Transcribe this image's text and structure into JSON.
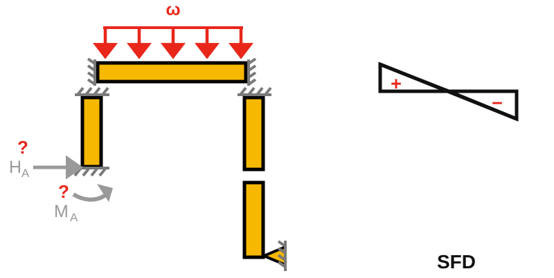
{
  "figure": {
    "title_visible": false,
    "background_color": "#ffffff",
    "colors": {
      "member_fill": "#F7B801",
      "member_outline": "#000000",
      "load_red": "#E8271A",
      "reaction_gray": "#999999",
      "hatch_gray": "#7a7a7a",
      "sfd_line": "#111111",
      "label_black": "#111111"
    }
  },
  "frame": {
    "distributed_load": {
      "symbol": "ω",
      "symbol_color": "#E8271A",
      "arrow_count": 5,
      "direction": "down",
      "span_label": "uniformly distributed load on top beam"
    },
    "members": [
      {
        "name": "top-beam",
        "orientation": "horizontal"
      },
      {
        "name": "left-column",
        "orientation": "vertical"
      },
      {
        "name": "right-upper-column",
        "orientation": "vertical"
      },
      {
        "name": "right-lower-column",
        "orientation": "vertical"
      }
    ],
    "supports": [
      {
        "name": "beam-left-fixed-wall",
        "type": "fixed-vertical-hatch"
      },
      {
        "name": "beam-right-fixed-wall",
        "type": "fixed-vertical-hatch"
      },
      {
        "name": "left-column-top-fixed",
        "type": "fixed-horizontal-hatch"
      },
      {
        "name": "left-column-base-fixed",
        "type": "fixed-horizontal-hatch"
      },
      {
        "name": "right-column-top-fixed",
        "type": "fixed-horizontal-hatch"
      },
      {
        "name": "right-lower-column-pin",
        "type": "pin-triangle-on-wall"
      }
    ],
    "reactions": [
      {
        "id": "HA",
        "label": "H",
        "subscript": "A",
        "unknown_marker": "?",
        "marker_color": "#E8271A",
        "label_color": "#999999",
        "kind": "horizontal-force-arrow",
        "direction": "right"
      },
      {
        "id": "MA",
        "label": "M",
        "subscript": "A",
        "unknown_marker": "?",
        "marker_color": "#E8271A",
        "label_color": "#999999",
        "kind": "moment-curved-arrow",
        "direction": "counterclockwise"
      }
    ]
  },
  "sfd": {
    "caption": "SFD",
    "positive_sign": "+",
    "negative_sign": "−",
    "sign_color": "#E8271A"
  },
  "chart_data": {
    "type": "line",
    "title": "SFD",
    "xlabel": "",
    "ylabel": "",
    "x": [
      0,
      1
    ],
    "series": [
      {
        "name": "Shear force",
        "values": [
          1,
          -1
        ]
      }
    ],
    "annotations": [
      {
        "text": "+",
        "region": "left half above baseline"
      },
      {
        "text": "−",
        "region": "right half below baseline"
      }
    ],
    "baseline": 0,
    "ylim": [
      -1,
      1
    ],
    "grid": false,
    "legend": "none"
  }
}
